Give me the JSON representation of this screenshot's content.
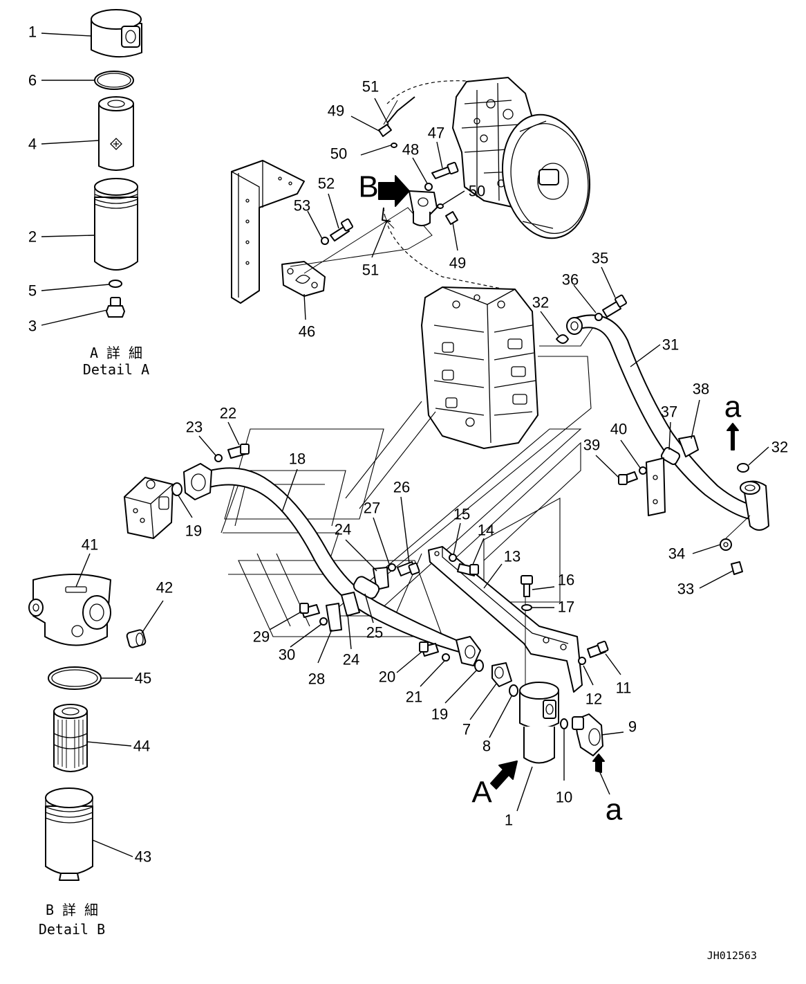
{
  "drawing_code": "JH012563",
  "views": {
    "detail_a": {
      "title_jp": "A 詳 細",
      "title_en": "Detail A"
    },
    "detail_b": {
      "title_jp": "B 詳 細",
      "title_en": "Detail B"
    },
    "view_a": {
      "arrow_label": "A"
    },
    "view_b": {
      "arrow_label": "B"
    },
    "connection_a": {
      "label_1": "a",
      "label_2": "a"
    }
  },
  "callouts": [
    {
      "id": "c1a",
      "text": "1"
    },
    {
      "id": "c6a",
      "text": "6"
    },
    {
      "id": "c4a",
      "text": "4"
    },
    {
      "id": "c2a",
      "text": "2"
    },
    {
      "id": "c5a",
      "text": "5"
    },
    {
      "id": "c3a",
      "text": "3"
    },
    {
      "id": "c41",
      "text": "41"
    },
    {
      "id": "c42",
      "text": "42"
    },
    {
      "id": "c45",
      "text": "45"
    },
    {
      "id": "c44",
      "text": "44"
    },
    {
      "id": "c43",
      "text": "43"
    },
    {
      "id": "c51a",
      "text": "51"
    },
    {
      "id": "c49a",
      "text": "49"
    },
    {
      "id": "c50a",
      "text": "50"
    },
    {
      "id": "c48",
      "text": "48"
    },
    {
      "id": "c47",
      "text": "47"
    },
    {
      "id": "c52",
      "text": "52"
    },
    {
      "id": "c53",
      "text": "53"
    },
    {
      "id": "c50b",
      "text": "50"
    },
    {
      "id": "c51b",
      "text": "51"
    },
    {
      "id": "c49b",
      "text": "49"
    },
    {
      "id": "c46",
      "text": "46"
    },
    {
      "id": "c35",
      "text": "35"
    },
    {
      "id": "c36",
      "text": "36"
    },
    {
      "id": "c32a",
      "text": "32"
    },
    {
      "id": "c31",
      "text": "31"
    },
    {
      "id": "c38",
      "text": "38"
    },
    {
      "id": "c37",
      "text": "37"
    },
    {
      "id": "c40",
      "text": "40"
    },
    {
      "id": "c39",
      "text": "39"
    },
    {
      "id": "c32b",
      "text": "32"
    },
    {
      "id": "c34",
      "text": "34"
    },
    {
      "id": "c33",
      "text": "33"
    },
    {
      "id": "c23",
      "text": "23"
    },
    {
      "id": "c22",
      "text": "22"
    },
    {
      "id": "c18",
      "text": "18"
    },
    {
      "id": "c19a",
      "text": "19"
    },
    {
      "id": "c26",
      "text": "26"
    },
    {
      "id": "c27",
      "text": "27"
    },
    {
      "id": "c24a",
      "text": "24"
    },
    {
      "id": "c15",
      "text": "15"
    },
    {
      "id": "c14",
      "text": "14"
    },
    {
      "id": "c13",
      "text": "13"
    },
    {
      "id": "c16",
      "text": "16"
    },
    {
      "id": "c17",
      "text": "17"
    },
    {
      "id": "c29",
      "text": "29"
    },
    {
      "id": "c30",
      "text": "30"
    },
    {
      "id": "c28",
      "text": "28"
    },
    {
      "id": "c24b",
      "text": "24"
    },
    {
      "id": "c25",
      "text": "25"
    },
    {
      "id": "c20",
      "text": "20"
    },
    {
      "id": "c21",
      "text": "21"
    },
    {
      "id": "c19b",
      "text": "19"
    },
    {
      "id": "c7",
      "text": "7"
    },
    {
      "id": "c8",
      "text": "8"
    },
    {
      "id": "c11",
      "text": "11"
    },
    {
      "id": "c12",
      "text": "12"
    },
    {
      "id": "c9",
      "text": "9"
    },
    {
      "id": "c10",
      "text": "10"
    },
    {
      "id": "c1b",
      "text": "1"
    }
  ]
}
